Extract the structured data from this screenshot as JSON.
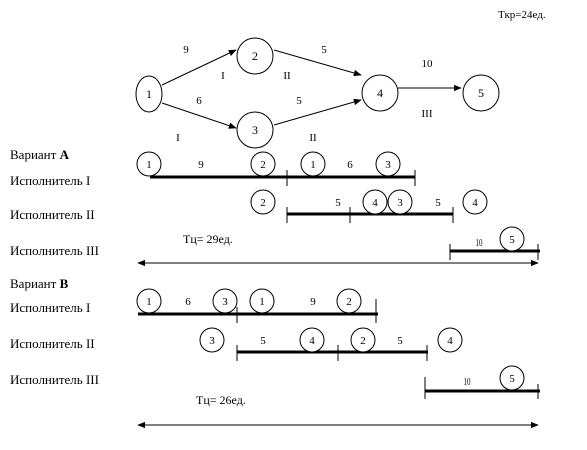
{
  "critical_time": "Ткр=24ед.",
  "network": {
    "nodes": [
      "1",
      "2",
      "3",
      "4",
      "5"
    ],
    "edges": [
      {
        "from": "1",
        "to": "2",
        "duration": "9",
        "performer": "I"
      },
      {
        "from": "1",
        "to": "3",
        "duration": "6",
        "performer": "I"
      },
      {
        "from": "2",
        "to": "4",
        "duration": "5",
        "performer": "II"
      },
      {
        "from": "3",
        "to": "4",
        "duration": "5",
        "performer": "II"
      },
      {
        "from": "4",
        "to": "5",
        "duration": "10",
        "performer": "III"
      }
    ]
  },
  "variant_a": {
    "title_prefix": "Вариант",
    "title_letter": "А",
    "rows": [
      "Исполнитель I",
      "Исполнитель II",
      "Исполнитель III"
    ],
    "row1": {
      "nodes": [
        "1",
        "2",
        "1",
        "3"
      ],
      "durations": [
        "9",
        "6"
      ]
    },
    "row2": {
      "nodes": [
        "2",
        "4",
        "3",
        "4"
      ],
      "durations": [
        "5",
        "5"
      ]
    },
    "row3": {
      "nodes": [
        "5"
      ],
      "durations": [
        "10"
      ]
    },
    "cycle_time": "Тц= 29ед."
  },
  "variant_b": {
    "title_prefix": "Вариант",
    "title_letter": "В",
    "rows": [
      "Исполнитель I",
      "Исполнитель II",
      "Исполнитель III"
    ],
    "row1": {
      "nodes": [
        "1",
        "3",
        "1",
        "2"
      ],
      "durations": [
        "6",
        "9"
      ]
    },
    "row2": {
      "nodes": [
        "3",
        "4",
        "2",
        "4"
      ],
      "durations": [
        "5",
        "5"
      ]
    },
    "row3": {
      "nodes": [
        "5"
      ],
      "durations": [
        "10"
      ]
    },
    "cycle_time": "Тц= 26ед."
  }
}
